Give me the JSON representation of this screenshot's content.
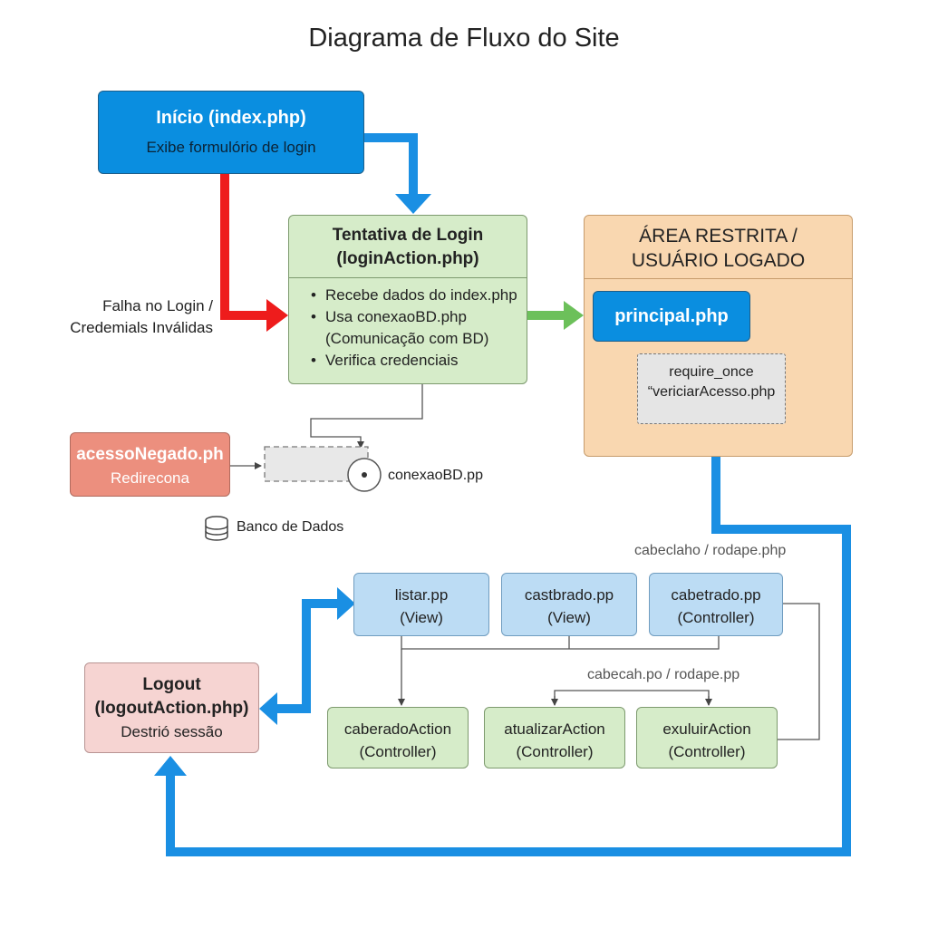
{
  "title": "Diagrama de Fluxo do Site",
  "inicio": {
    "title": "Início (index.php)",
    "subtitle": "Exibe formulório de login"
  },
  "tentativa": {
    "title_line1": "Tentativa de Login",
    "title_line2": "(loginAction.php)",
    "items": [
      "Recebe dados do index.php",
      "Usa conexaoBD.php",
      "(Comunicação com BD)",
      "Verifica credenciais"
    ]
  },
  "area_restrita": {
    "title_line1": "ÁREA RESTRITA /",
    "title_line2": "USUÁRIO LOGADO",
    "principal": "principal.php",
    "require_line1": "require_once",
    "require_line2": "“vericiarAcesso.php"
  },
  "falha": {
    "line1": "Falha no Login /",
    "line2": "Credemials Inválidas"
  },
  "acesso_negado": {
    "title": "acessoNegado.ph",
    "subtitle": "Redirecona"
  },
  "conexao_label": "conexaoBD.pp",
  "banco_label": "Banco de Dados",
  "cabecalho_top": "cabeclaho / rodape.php",
  "cabecalho_mid": "cabecah.po / rodape.pp",
  "views": [
    {
      "line1": "listar.pp",
      "line2": "(View)"
    },
    {
      "line1": "castbrado.pp",
      "line2": "(View)"
    },
    {
      "line1": "cabetrado.pp",
      "line2": "(Controller)"
    }
  ],
  "actions": [
    {
      "line1": "caberadoAction",
      "line2": "(Controller)"
    },
    {
      "line1": "atualizarAction",
      "line2": "(Controller)"
    },
    {
      "line1": "exuluirAction",
      "line2": "(Controller)"
    }
  ],
  "logout": {
    "title_line1": "Logout",
    "title_line2": "(logoutAction.php)",
    "subtitle": "Destrió sessão"
  },
  "colors": {
    "blue_arrow": "#1a8fe3",
    "red_arrow": "#ee1c1c",
    "green_arrow": "#6cc05a",
    "thin_line": "#555555"
  }
}
